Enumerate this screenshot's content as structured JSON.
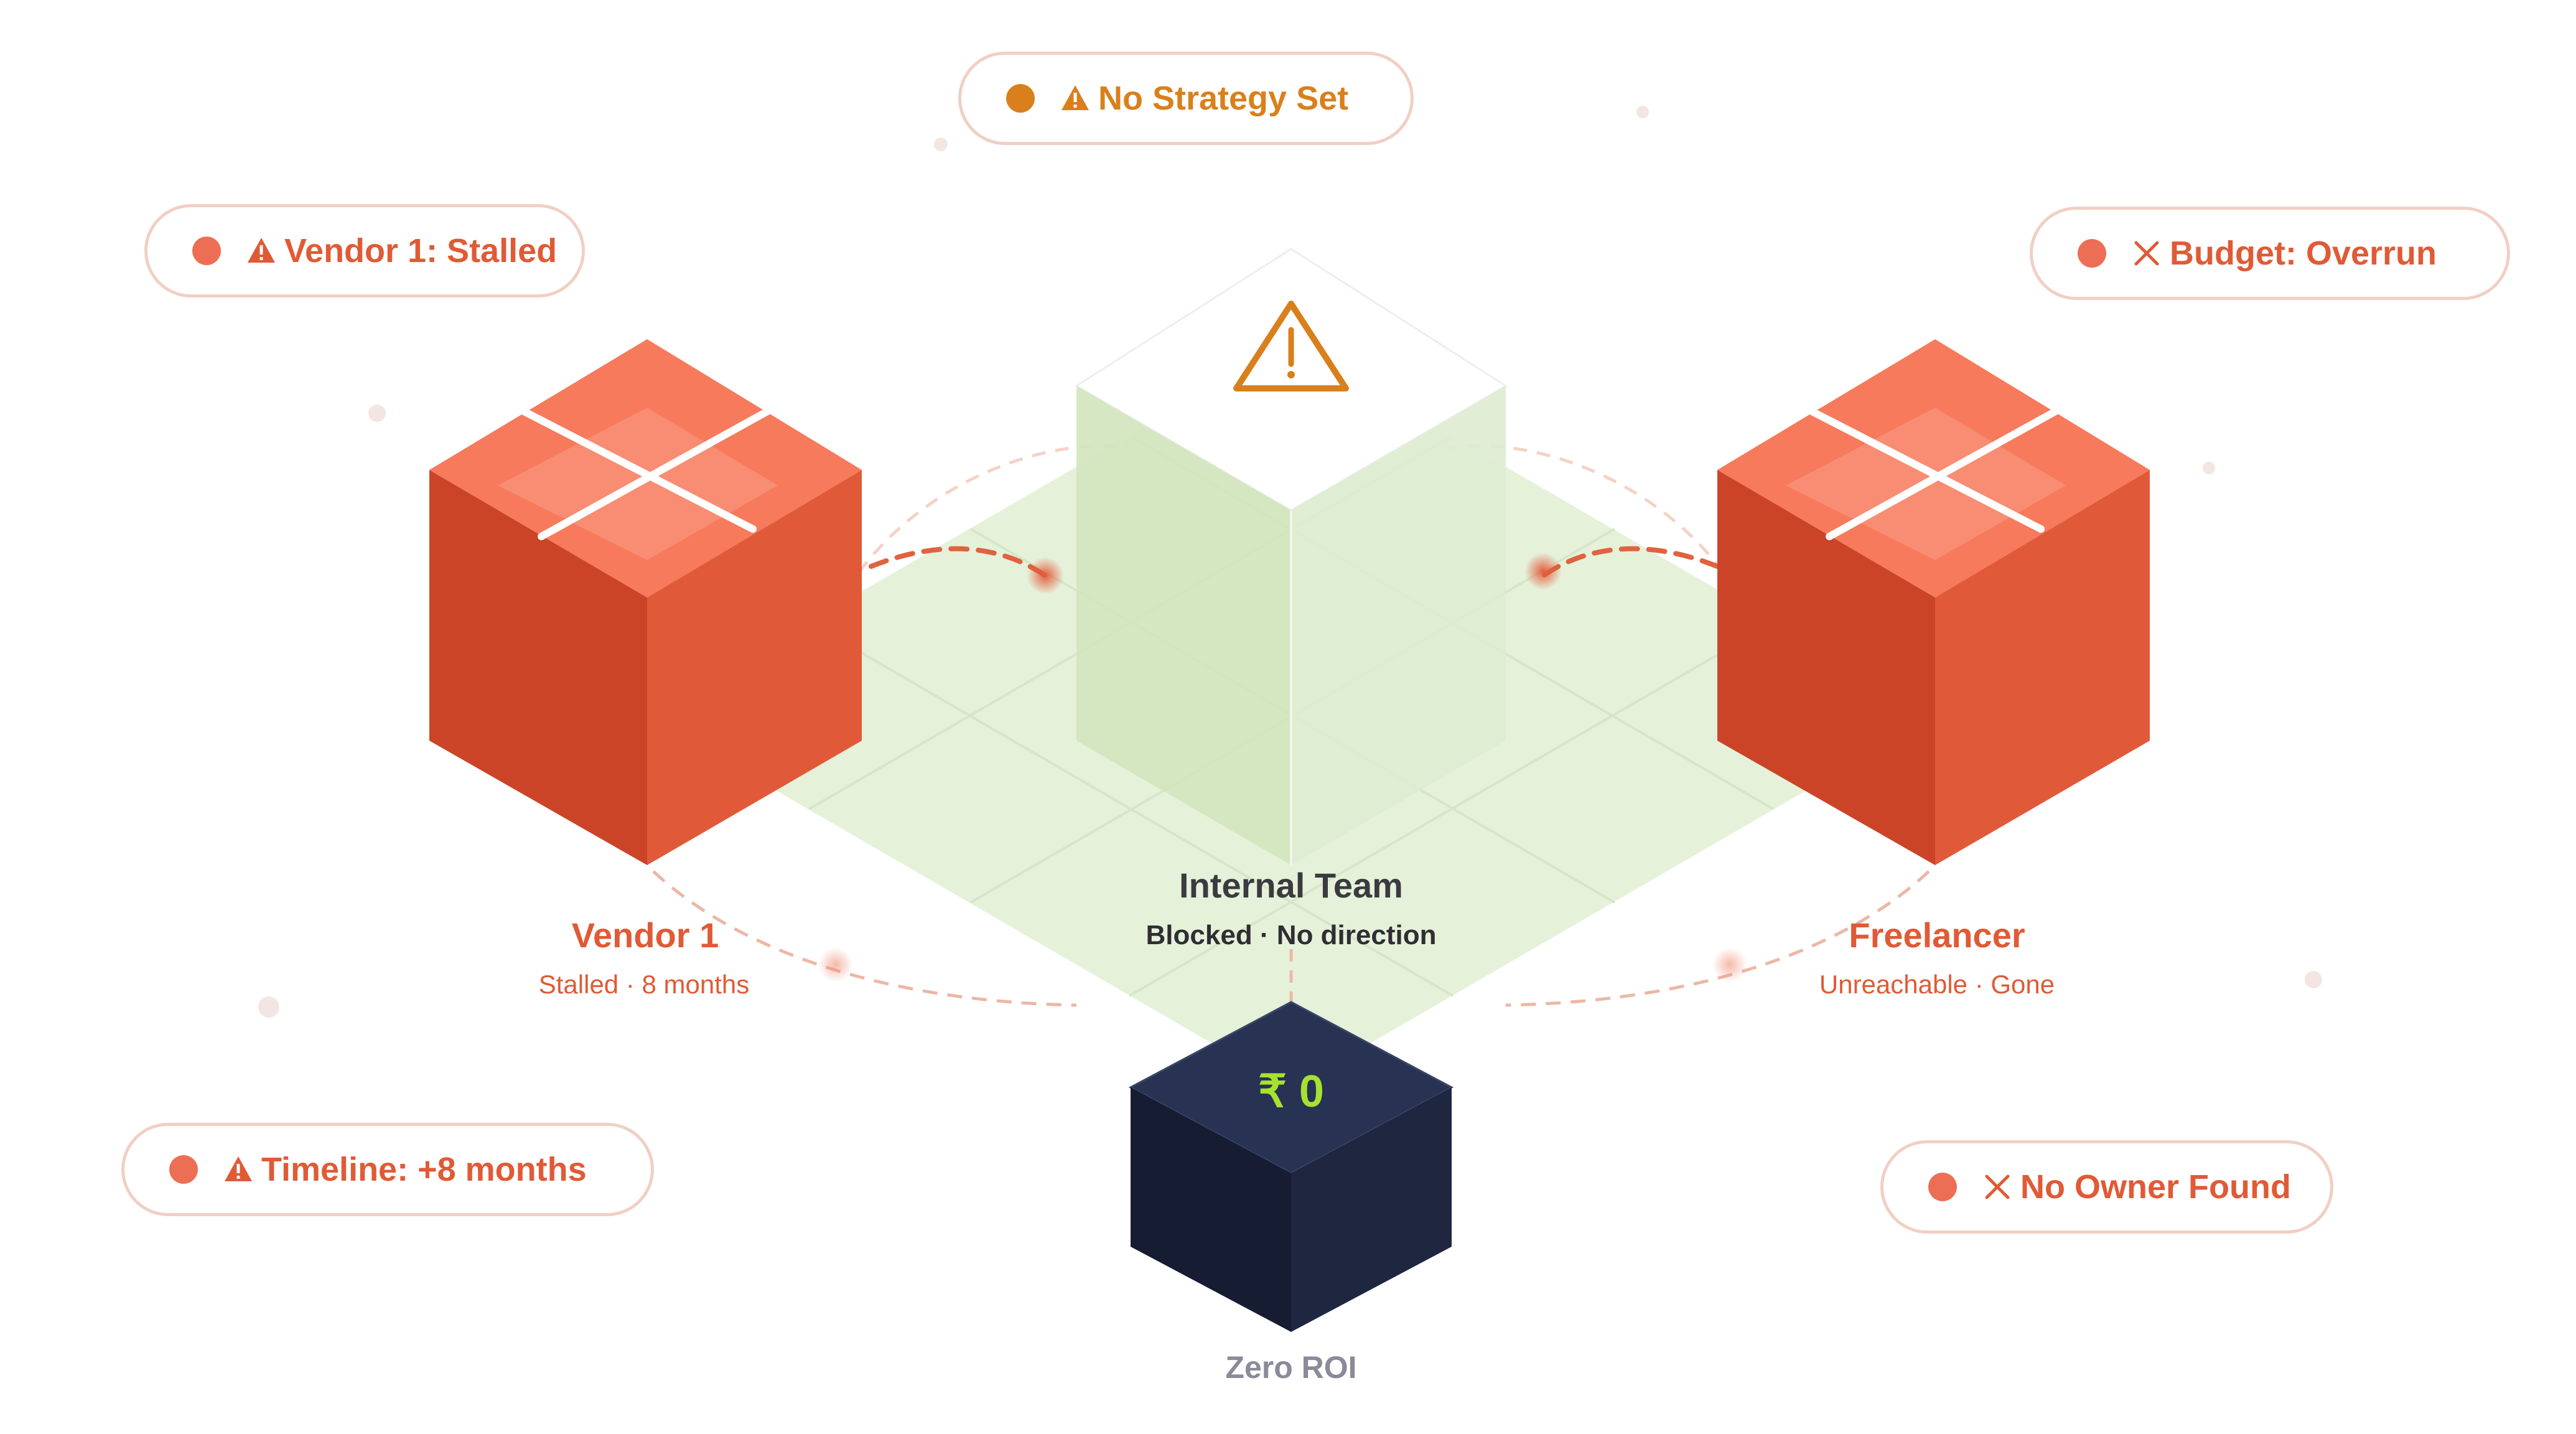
{
  "colors": {
    "accent_red": "#e05a36",
    "accent_orange": "#d9801c",
    "dot_red": "#ec6f55",
    "pill_border": "#f1cfc3",
    "team_green": "#d4e8c0",
    "floor_green": "#e3f0d6",
    "roi_navy": "#1d2440",
    "roi_text": "#a6e22e",
    "gray_text": "#8a8a99",
    "dark_text": "#3a3a40"
  },
  "badges": {
    "strategy": {
      "icon": "warning-icon",
      "text": "No Strategy Set"
    },
    "vendor": {
      "icon": "warning-icon",
      "text": "Vendor 1: Stalled"
    },
    "budget": {
      "icon": "close-icon",
      "text": "Budget: Overrun"
    },
    "timeline": {
      "icon": "warning-icon",
      "text": "Timeline: +8 months"
    },
    "owner": {
      "icon": "close-icon",
      "text": "No Owner Found"
    }
  },
  "nodes": {
    "vendor": {
      "title": "Vendor 1",
      "subtitle": "Stalled · 8 months"
    },
    "team": {
      "title": "Internal Team",
      "subtitle": "Blocked · No direction",
      "icon": "warning-icon"
    },
    "freelancer": {
      "title": "Freelancer",
      "subtitle": "Unreachable · Gone"
    },
    "roi": {
      "value": "₹ 0",
      "title": "Zero ROI"
    }
  }
}
